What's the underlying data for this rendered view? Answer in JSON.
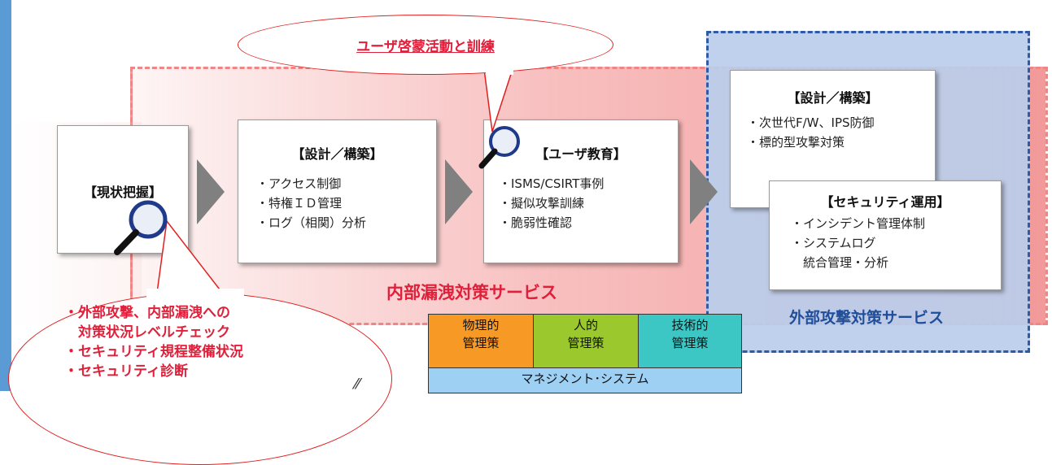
{
  "bubble_top": {
    "text": "ユーザ啓蒙活動と訓練"
  },
  "box_current": {
    "title": "【現状把握】"
  },
  "box_design": {
    "title": "【設計／構築】",
    "items": [
      "・アクセス制御",
      "・特権ＩＤ管理",
      "・ログ（相関）分析"
    ]
  },
  "box_education": {
    "title": "【ユーザ教育】",
    "items": [
      "・ISMS/CSIRT事例",
      "・擬似攻撃訓練",
      "・脆弱性確認"
    ]
  },
  "box_design2": {
    "title": "【設計／構築】",
    "items": [
      "・次世代F/W、IPS防御",
      "・標的型攻撃対策"
    ]
  },
  "box_operation": {
    "title": "【セキュリティ運用】",
    "items": [
      "・インシデント管理体制",
      "・システムログ",
      "　統合管理・分析"
    ]
  },
  "internal_service_label": "内部漏洩対策サービス",
  "external_service_label": "外部攻撃対策サービス",
  "bubble_bottom": {
    "lines": [
      "・外部攻撃、内部漏洩への",
      "　対策状況レベルチェック",
      "・セキュリティ規程整備状況",
      "・セキュリティ診断"
    ]
  },
  "measures": {
    "physical": [
      "物理的",
      "管理策"
    ],
    "human": [
      "人的",
      "管理策"
    ],
    "technical": [
      "技術的",
      "管理策"
    ],
    "management_system": "マネジメント･システム"
  },
  "colors": {
    "internal_label": "#e0203a",
    "external_label": "#1f4e9a",
    "physical_cell": "#f79a25",
    "human_cell": "#9bc82c",
    "technical_cell": "#3cc6c4",
    "management_cell": "#9ed0f4"
  },
  "icons": [
    "magnifier-icon",
    "arrow-right-icon"
  ]
}
